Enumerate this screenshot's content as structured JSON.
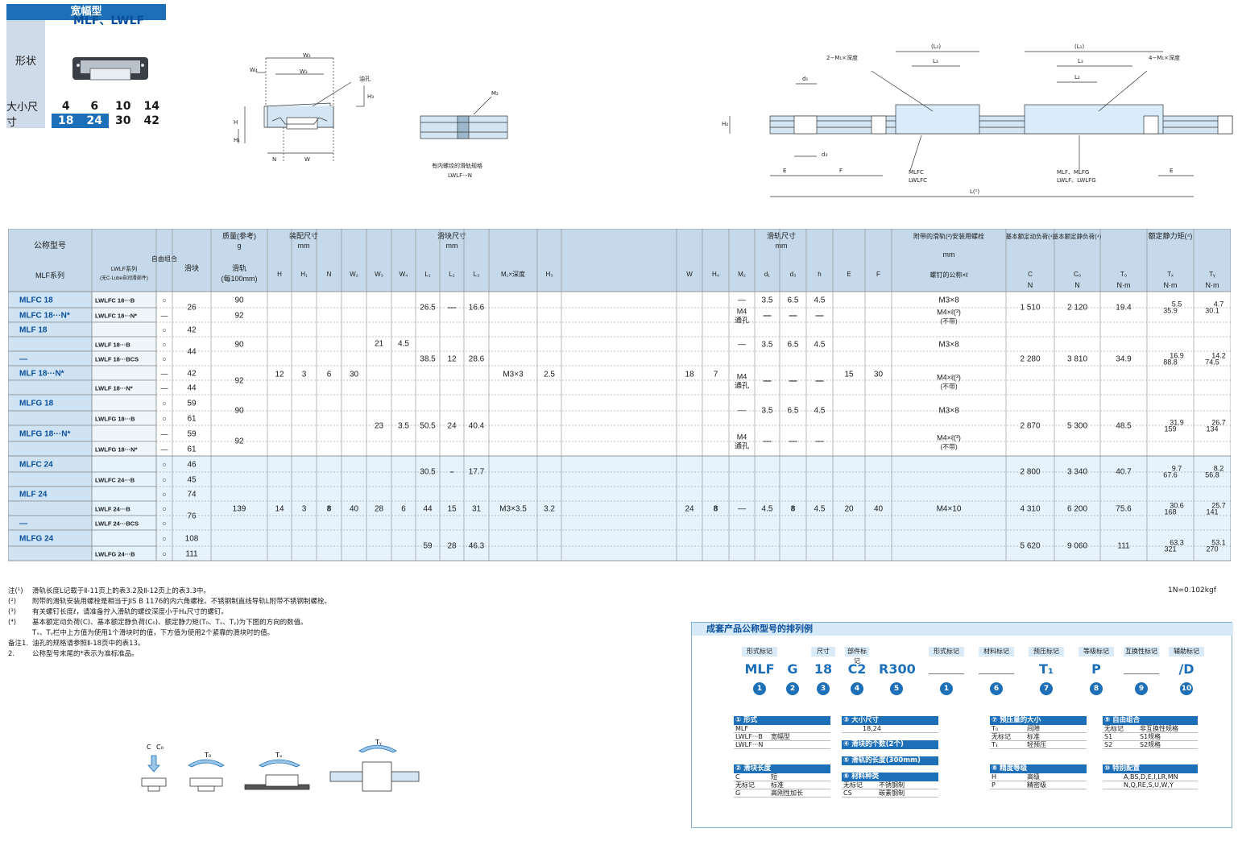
{
  "type_box": {
    "header": "宽幅型",
    "shape_label": "形状",
    "model": "MLF、LWLF",
    "size_label": "大小尺寸",
    "sizes_row1": [
      "4",
      "6",
      "10",
      "14"
    ],
    "sizes_row2": [
      "18",
      "24",
      "30",
      "42"
    ]
  },
  "drawing_labels": {
    "oil_hole": "油孔",
    "caption1": "有内螺纹的滑轨规格",
    "caption2": "LWLF···N",
    "tap1": "2−M₁×深度",
    "tap2": "4−M₁×深度",
    "leg1a": "MLFC",
    "leg1b": "LWLFC",
    "leg2a": "MLF、MLFG",
    "leg2b": "LWLF、LWLFG",
    "dimL": "L(¹)"
  },
  "table": {
    "h": {
      "nominal": "公称型号",
      "free": "自由组合",
      "mass": "质量(参考)",
      "mass_unit": "g",
      "mount": "装配尺寸",
      "mm": "mm",
      "block": "滑块尺寸",
      "rail": "滑轨尺寸",
      "bolt": "附带的滑轨(²)安装用螺栓",
      "bolt_sub": "螺钉的公称×ℓ",
      "c": "基本额定动负荷(⁴)",
      "c0": "基本额定静负荷(⁴)",
      "moment": "额定静力矩(⁴)",
      "mlf_series": "MLF系列",
      "lwlf_series": "LWLF系列",
      "lwlf_sub": "(无C-Lube自润滑部件)",
      "block_mass": "滑块",
      "rail_mass": "滑轨",
      "rail_mass_sub": "(每100mm)",
      "cols": [
        "H",
        "H₁",
        "N",
        "W₂",
        "W₃",
        "W₄",
        "L₁",
        "L₂",
        "L₃",
        "M₁×深度",
        "H₃",
        "W",
        "H₄",
        "M₂",
        "d₁",
        "d₃",
        "h",
        "E",
        "F",
        "C",
        "C₀",
        "T₀",
        "Tₓ",
        "Tᵧ"
      ],
      "unit_N": "N",
      "unit_Nm": "N·m"
    },
    "rows": [
      {
        "mlf": "MLFC 18",
        "lwlf": "LWLFC 18···B",
        "free": "○"
      },
      {
        "mlf": "MLFC 18···N*",
        "lwlf": "LWLFC 18···N*",
        "free": "—"
      },
      {
        "mlf": "MLF 18",
        "lwlf": "",
        "free": "○"
      },
      {
        "mlf": "",
        "lwlf": "LWLF 18···B",
        "free": "○"
      },
      {
        "mlf": "—",
        "lwlf": "LWLF 18···BCS",
        "free": "○"
      },
      {
        "mlf": "MLF 18···N*",
        "lwlf": "",
        "free": "—"
      },
      {
        "mlf": "",
        "lwlf": "LWLF 18···N*",
        "free": "—"
      },
      {
        "mlf": "MLFG 18",
        "lwlf": "",
        "free": "○"
      },
      {
        "mlf": "",
        "lwlf": "LWLFG 18···B",
        "free": "○"
      },
      {
        "mlf": "MLFG 18···N*",
        "lwlf": "",
        "free": "—"
      },
      {
        "mlf": "",
        "lwlf": "LWLFG 18···N*",
        "free": "—"
      },
      {
        "mlf": "MLFC 24",
        "lwlf": "",
        "free": "○"
      },
      {
        "mlf": "",
        "lwlf": "LWLFC 24···B",
        "free": "○"
      },
      {
        "mlf": "MLF 24",
        "lwlf": "",
        "free": "○"
      },
      {
        "mlf": "",
        "lwlf": "LWLF 24···B",
        "free": "○"
      },
      {
        "mlf": "—",
        "lwlf": "LWLF 24···BCS",
        "free": "○"
      },
      {
        "mlf": "MLFG 24",
        "lwlf": "",
        "free": "○"
      },
      {
        "mlf": "",
        "lwlf": "LWLFG 24···B",
        "free": "○"
      }
    ],
    "block_mass": [
      "26",
      "42",
      "44",
      "42",
      "44",
      "59",
      "61",
      "59",
      "61",
      "46",
      "45",
      "74",
      "76",
      "108",
      "111"
    ],
    "rail_mass": [
      "90",
      "92",
      "90",
      "92",
      "90",
      "92",
      "139"
    ],
    "s18": {
      "H": "12",
      "H1": "3",
      "N": "6",
      "W2": "30",
      "M1": "M3×3",
      "H3": "2.5",
      "W": "18",
      "H4": "7",
      "E": "15",
      "F": "30"
    },
    "s24": {
      "H": "14",
      "H1": "3",
      "N": "8",
      "W2": "40",
      "W3": "28",
      "W4": "6",
      "M1": "M3×3.5",
      "H3": "3.2",
      "W": "24",
      "H4": "8",
      "M2": "—",
      "d1": "4.5",
      "d3": "8",
      "h": "4.5",
      "E": "20",
      "F": "40",
      "bolt": "M4×10"
    },
    "W3_18": [
      "21",
      "23"
    ],
    "W4_18": [
      "4.5",
      "3.5"
    ],
    "L1": [
      "26.5",
      "38.5",
      "50.5",
      "30.5",
      "44",
      "59"
    ],
    "L2": [
      "—",
      "12",
      "24",
      "–",
      "15",
      "28"
    ],
    "L3": [
      "16.6",
      "28.6",
      "40.4",
      "17.7",
      "31",
      "46.3"
    ],
    "M2_through": "M4 通孔",
    "d_vals": {
      "d1": "3.5",
      "d3": "6.5",
      "h": "4.5"
    },
    "bolt_18": "M3×8",
    "bolt_18N": "M4×ℓ(³)",
    "bolt_18N_sub": "(不带)",
    "C": [
      "1 510",
      "2 280",
      "2 870",
      "2 800",
      "4 310",
      "5 620"
    ],
    "C0": [
      "2 120",
      "3 810",
      "5 300",
      "3 340",
      "6 200",
      "9 060"
    ],
    "T0": [
      "19.4",
      "34.9",
      "48.5",
      "40.7",
      "75.6",
      "111"
    ],
    "TX": [
      [
        "5.5",
        "35.9"
      ],
      [
        "16.9",
        "88.8"
      ],
      [
        "31.9",
        "159"
      ],
      [
        "9.7",
        "67.6"
      ],
      [
        "30.6",
        "168"
      ],
      [
        "63.3",
        "321"
      ]
    ],
    "TY": [
      [
        "4.7",
        "30.1"
      ],
      [
        "14.2",
        "74.5"
      ],
      [
        "26.7",
        "134"
      ],
      [
        "8.2",
        "56.8"
      ],
      [
        "25.7",
        "141"
      ],
      [
        "53.1",
        "270"
      ]
    ]
  },
  "notes": [
    {
      "k": "注(¹)",
      "t": "滑轨长度L记载于Ⅱ-11页上的表3.2及Ⅱ-12页上的表3.3中。"
    },
    {
      "k": "(²)",
      "t": "附带的滑轨安装用螺栓是相当于JIS B 1176的内六角螺栓。不锈钢制直线导轨L附带不锈钢制螺栓。"
    },
    {
      "k": "(³)",
      "t": "有关螺钉长度ℓ，请准备拧入滑轨的螺纹深度小于H₄尺寸的螺钉。"
    },
    {
      "k": "(⁴)",
      "t": "基本额定动负荷(C)、基本额定静负荷(C₀)、额定静力矩(T₀、Tₓ、Tᵧ)为下图的方向的数值。"
    },
    {
      "k": "",
      "t": "Tₓ、Tᵧ栏中上方值为使用1个滑块时的值，下方值为使用2个紧靠的滑块时的值。"
    },
    {
      "k": "备注1.",
      "t": "油孔的规格请参照Ⅱ-18页中的表13。"
    },
    {
      "k": "2.",
      "t": "公称型号末尾的*表示为准标准品。"
    }
  ],
  "unit_note": "1N=0.102kgf",
  "order": {
    "title": "成套产品公称型号的排列例",
    "cols": [
      {
        "h": "形式标记",
        "v": "MLF",
        "n": "1"
      },
      {
        "h": "",
        "v": "G",
        "n": "2"
      },
      {
        "h": "尺寸",
        "v": "18",
        "n": "3"
      },
      {
        "h": "部件标记",
        "v": "C2",
        "n": "4"
      },
      {
        "h": "",
        "v": "R300",
        "n": "5"
      },
      {
        "h": "形式标记",
        "v": "",
        "n": "1"
      },
      {
        "h": "材料标记",
        "v": "",
        "n": "6"
      },
      {
        "h": "预压标记",
        "v": "T₁",
        "n": "7"
      },
      {
        "h": "等级标记",
        "v": "P",
        "n": "8"
      },
      {
        "h": "互换性标记",
        "v": "",
        "n": "9"
      },
      {
        "h": "辅助标记",
        "v": "/D",
        "n": "10"
      }
    ],
    "legends": {
      "l1": {
        "title": "① 形式",
        "rows": [
          [
            "MLF",
            ""
          ],
          [
            "LWLF···B",
            "宽幅型"
          ],
          [
            "LWLF···N",
            ""
          ]
        ]
      },
      "l2": {
        "title": "② 滑块长度",
        "rows": [
          [
            "C",
            "短"
          ],
          [
            "无标记",
            "标准"
          ],
          [
            "G",
            "高刚性加长"
          ]
        ]
      },
      "l3": {
        "title": "③ 大小尺寸",
        "rows": [
          [
            "",
            "18,24"
          ]
        ]
      },
      "l4": {
        "title": "④ 滑块的个数(2个)",
        "rows": []
      },
      "l5": {
        "title": "⑤ 滑轨的长度(300mm)",
        "rows": []
      },
      "l6": {
        "title": "⑥ 材料种类",
        "rows": [
          [
            "无标记",
            "不锈钢制"
          ],
          [
            "CS",
            "碳素钢制"
          ]
        ]
      },
      "l7": {
        "title": "⑦ 预压量的大小",
        "rows": [
          [
            "T₀",
            "间隙"
          ],
          [
            "无标记",
            "标准"
          ],
          [
            "T₁",
            "轻预压"
          ]
        ]
      },
      "l8": {
        "title": "⑧ 精度等级",
        "rows": [
          [
            "H",
            "高级"
          ],
          [
            "P",
            "精密级"
          ]
        ]
      },
      "l9": {
        "title": "⑨ 自由组合",
        "rows": [
          [
            "无标记",
            "非互换性规格"
          ],
          [
            "S1",
            "S1规格"
          ],
          [
            "S2",
            "S2规格"
          ]
        ]
      },
      "l10": {
        "title": "⑩ 特别配置",
        "rows": [
          [
            "",
            "A,BS,D,E,I,LR,MN"
          ],
          [
            "",
            "N,Q,RE,S,U,W,Y"
          ]
        ]
      }
    }
  },
  "dirs": {
    "c": "C",
    "c0": "C₀",
    "t0": "T₀",
    "tx": "Tₓ",
    "ty": "Tᵧ"
  },
  "colors": {
    "blue": "#1d6fb8",
    "header": "#c5d9ea",
    "lightblue": "#d8ecfa",
    "rowblue": "#e6f3fc"
  }
}
